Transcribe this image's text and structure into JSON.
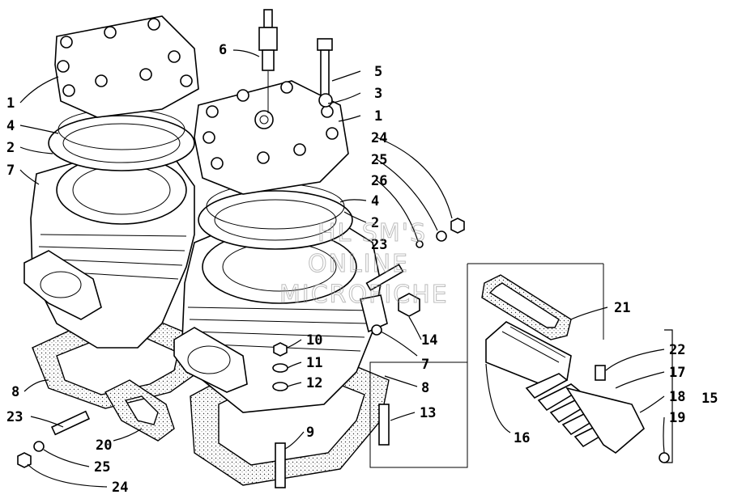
{
  "watermark": {
    "line1": "HL SM'S",
    "line2": "ONLINE",
    "line3": "MICROFICHE"
  },
  "callouts": {
    "c1a": "1",
    "c4a": "4",
    "c2a": "2",
    "c7a": "7",
    "c6": "6",
    "c5": "5",
    "c3": "3",
    "c1b": "1",
    "c24a": "24",
    "c25a": "25",
    "c26": "26",
    "c4b": "4",
    "c2b": "2",
    "c23a": "23",
    "c21": "21",
    "c14": "14",
    "c10": "10",
    "c11": "11",
    "c12": "12",
    "c7b": "7",
    "c8b": "8",
    "c22": "22",
    "c17": "17",
    "c15": "15",
    "c18": "18",
    "c19": "19",
    "c8a": "8",
    "c23b": "23",
    "c20": "20",
    "c25b": "25",
    "c24b": "24",
    "c13": "13",
    "c16": "16",
    "c9": "9"
  }
}
